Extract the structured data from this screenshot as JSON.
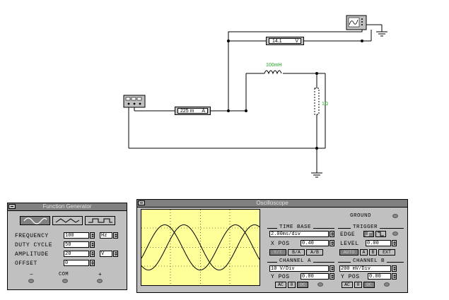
{
  "circuit": {
    "voltmeter_reading": "14.1",
    "voltmeter_unit": "V",
    "ammeter_reading": "225 m",
    "ammeter_unit": "A",
    "inductor_label": "100mH",
    "resistor_label": "1Ω"
  },
  "function_generator": {
    "title": "Function Generator",
    "waveforms": [
      "sine",
      "triangle",
      "square"
    ],
    "selected_waveform": "sine",
    "frequency_label": "FREQUENCY",
    "frequency_value": "100",
    "frequency_unit": "Hz",
    "duty_cycle_label": "DUTY CYCLE",
    "duty_cycle_value": "50",
    "amplitude_label": "AMPLITUDE",
    "amplitude_value": "20",
    "amplitude_unit": "V",
    "offset_label": "OFFSET",
    "offset_value": "0",
    "terminal_minus": "−",
    "terminal_com": "COM",
    "terminal_plus": "+"
  },
  "oscilloscope": {
    "title": "Oscilloscope",
    "ground_label": "GROUND",
    "time_base": {
      "header": "TIME BASE",
      "value": "2.00ms/div",
      "xpos_label": "X POS",
      "xpos_value": "0.40",
      "modes": [
        "Y/T",
        "B/A",
        "A/B"
      ],
      "active_mode": "Y/T"
    },
    "trigger": {
      "header": "TRIGGER",
      "edge_label": "EDGE",
      "level_label": "LEVEL",
      "level_value": "0.00",
      "sources": [
        "AUTO",
        "A",
        "B",
        "EXT"
      ],
      "active_source": "AUTO"
    },
    "channel_a": {
      "header": "CHANNEL A",
      "scale": "10 V/Div",
      "ypos_label": "Y POS",
      "ypos_value": "0.00",
      "coupling": [
        "AC",
        "0",
        "DC"
      ],
      "active_coupling": "DC"
    },
    "channel_b": {
      "header": "CHANNEL B",
      "scale": "200 mV/Div",
      "ypos_label": "Y POS",
      "ypos_value": "0.00",
      "coupling": [
        "AC",
        "0",
        "DC"
      ],
      "active_coupling": "DC"
    }
  }
}
